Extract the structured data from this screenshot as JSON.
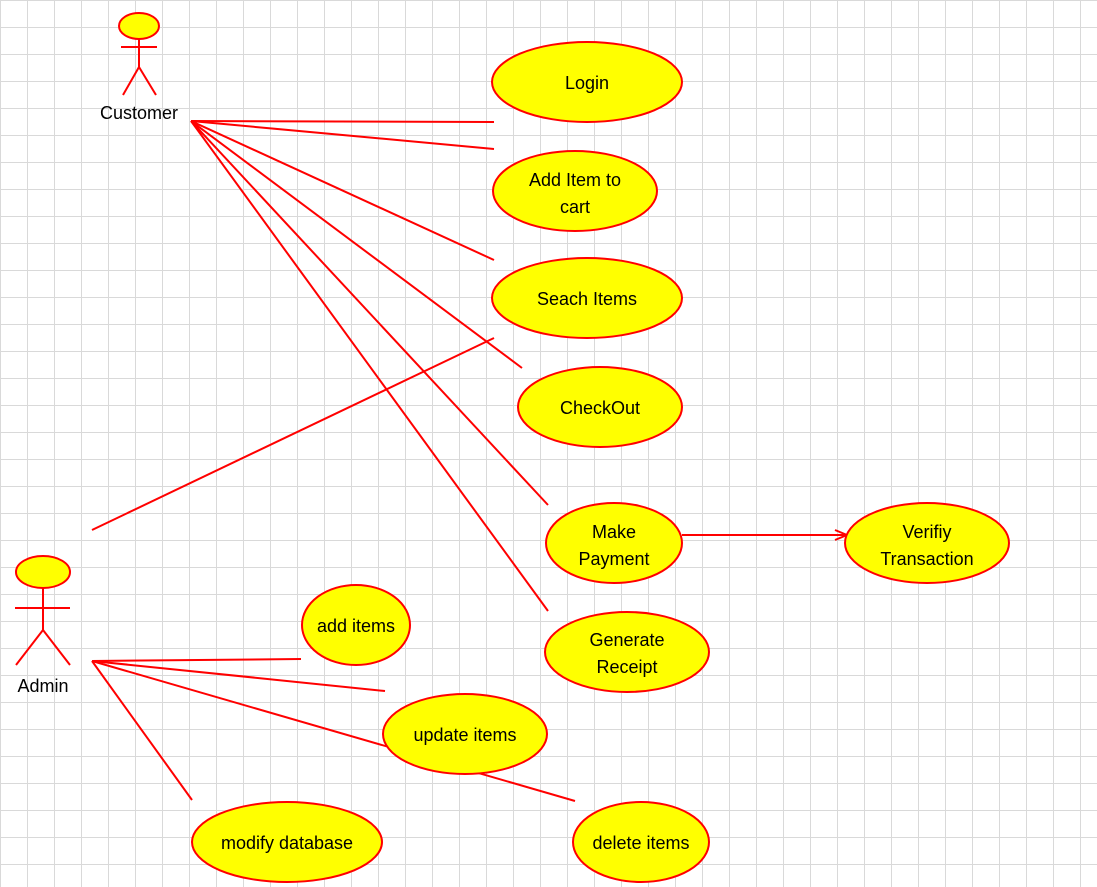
{
  "colors": {
    "line": "#ff0000",
    "fill": "#ffff00",
    "actor_fill": "#ffff00",
    "grid": "#d9d9d9",
    "text": "#000000"
  },
  "actors": {
    "customer": "Customer",
    "admin": "Admin"
  },
  "use_cases": {
    "login": [
      "Login"
    ],
    "add_to_cart": [
      "Add Item to",
      "cart"
    ],
    "search_items": [
      "Seach Items"
    ],
    "checkout": [
      "CheckOut"
    ],
    "make_payment": [
      "Make",
      "Payment"
    ],
    "generate_receipt": [
      "Generate",
      "Receipt"
    ],
    "verify_transaction": [
      "Verifiy",
      "Transaction"
    ],
    "add_items": [
      "add items"
    ],
    "update_items": [
      "update items"
    ],
    "delete_items": [
      "delete items"
    ],
    "modify_database": [
      "modify database"
    ]
  }
}
